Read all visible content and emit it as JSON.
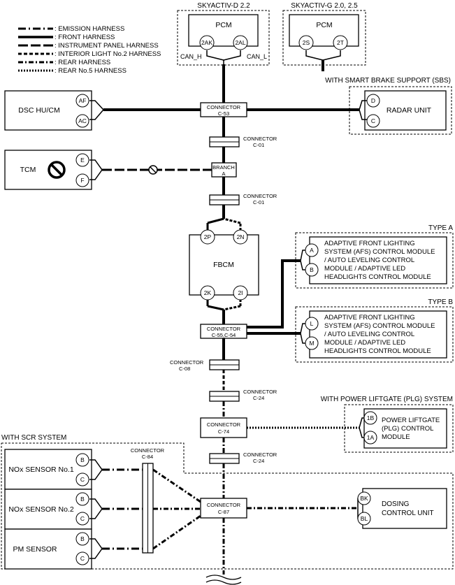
{
  "legend": [
    {
      "label": ": EMISSION HARNESS",
      "style": "emission"
    },
    {
      "label": ": FRONT HARNESS",
      "style": "front"
    },
    {
      "label": ": INSTRUMENT PANEL HARNESS",
      "style": "instrument"
    },
    {
      "label": ": INTERIOR LIGHT No.2 HARNESS",
      "style": "interior"
    },
    {
      "label": ": REAR HARNESS",
      "style": "rear"
    },
    {
      "label": ": REAR No.5 HARNESS",
      "style": "rear5"
    }
  ],
  "groups": {
    "skyactiv_d": "SKYACTIV-D 2.2",
    "skyactiv_g": "SKYACTIV-G 2.0, 2.5",
    "sbs": "WITH SMART BRAKE SUPPORT (SBS)",
    "type_a": "TYPE A",
    "type_b": "TYPE B",
    "plg": "WITH POWER LIFTGATE (PLG) SYSTEM",
    "scr": "WITH SCR SYSTEM"
  },
  "modules": {
    "pcm_d": {
      "label": "PCM",
      "pins": [
        "2AK",
        "2AL"
      ],
      "can_h": "CAN_H",
      "can_l": "CAN_L"
    },
    "pcm_g": {
      "label": "PCM",
      "pins": [
        "2S",
        "2T"
      ]
    },
    "dsc": {
      "label": "DSC HU/CM",
      "pins": [
        "AF",
        "AC"
      ]
    },
    "radar": {
      "label": "RADAR UNIT",
      "pins": [
        "D",
        "C"
      ]
    },
    "tcm": {
      "label": "TCM",
      "pins": [
        "E",
        "F"
      ],
      "icon": "prohibited-icon"
    },
    "fbcm": {
      "label": "FBCM",
      "pins": [
        "2P",
        "2N",
        "2K",
        "2I"
      ]
    },
    "afs_a": {
      "lines": [
        "ADAPTIVE FRONT LIGHTING",
        "SYSTEM (AFS) CONTROL MODULE",
        "/ AUTO LEVELING CONTROL",
        "MODULE / ADAPTIVE LED",
        "HEADLIGHTS CONTROL MODULE"
      ],
      "pins": [
        "A",
        "B"
      ]
    },
    "afs_b": {
      "lines": [
        "ADAPTIVE FRONT LIGHTING",
        "SYSTEM (AFS) CONTROL MODULE",
        "/ AUTO LEVELING CONTROL",
        "MODULE / ADAPTIVE LED",
        "HEADLIGHTS CONTROL MODULE"
      ],
      "pins": [
        "L",
        "M"
      ]
    },
    "plg": {
      "lines": [
        "POWER LIFTGATE",
        "(PLG) CONTROL",
        "MODULE"
      ],
      "pins": [
        "1B",
        "1A"
      ]
    },
    "nox1": {
      "label": "NOx SENSOR No.1",
      "pins": [
        "B",
        "C"
      ]
    },
    "nox2": {
      "label": "NOx SENSOR No.2",
      "pins": [
        "B",
        "C"
      ]
    },
    "pm": {
      "label": "PM SENSOR",
      "pins": [
        "B",
        "C"
      ]
    },
    "dosing": {
      "lines": [
        "DOSING",
        "CONTROL UNIT"
      ],
      "pins": [
        "BK",
        "BL"
      ]
    }
  },
  "connectors": {
    "c53": {
      "title": "CONNECTOR",
      "id": "C-53"
    },
    "c01_top": {
      "title": "CONNECTOR",
      "id": "C-01"
    },
    "branch": {
      "title": "BRANCH",
      "id": "A"
    },
    "c01_bottom": {
      "title": "CONNECTOR",
      "id": "C-01"
    },
    "c55": {
      "title": "CONNECTOR",
      "id": "C-55,C-54"
    },
    "c08": {
      "title": "CONNECTOR",
      "id": "C-08"
    },
    "c24_top": {
      "title": "CONNECTOR",
      "id": "C-24"
    },
    "c74": {
      "title": "CONNECTOR",
      "id": "C-74"
    },
    "c24_bottom": {
      "title": "CONNECTOR",
      "id": "C-24"
    },
    "c84": {
      "title": "CONNECTOR",
      "id": "C-84"
    },
    "c87": {
      "title": "CONNECTOR",
      "id": "C-87"
    }
  }
}
